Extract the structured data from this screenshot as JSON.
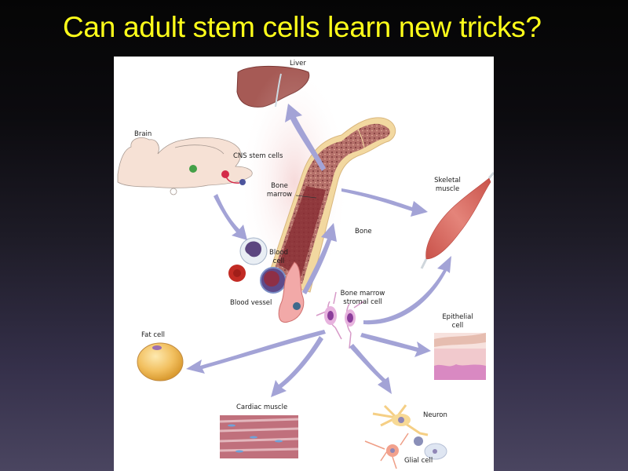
{
  "slide": {
    "title": "Can adult stem cells learn new tricks?",
    "title_color": "#ffff1a",
    "background_gradient": [
      "#050505",
      "#4a4560"
    ]
  },
  "diagram": {
    "labels": {
      "liver": "Liver",
      "brain": "Brain",
      "cns_stem_cells": "CNS stem cells",
      "bone_marrow_line1": "Bone",
      "bone_marrow_line2": "marrow",
      "skeletal_muscle_line1": "Skeletal",
      "skeletal_muscle_line2": "muscle",
      "bone": "Bone",
      "blood_cell_line1": "Blood",
      "blood_cell_line2": "cell",
      "blood_vessel": "Blood vessel",
      "stromal_line1": "Bone marrow",
      "stromal_line2": "stromal cell",
      "epithelial_line1": "Epithelial",
      "epithelial_line2": "cell",
      "fat_cell": "Fat cell",
      "cardiac_muscle": "Cardiac muscle",
      "neuron": "Neuron",
      "glial_cell": "Glial cell"
    },
    "arrow_color": "#a3a3d6"
  }
}
